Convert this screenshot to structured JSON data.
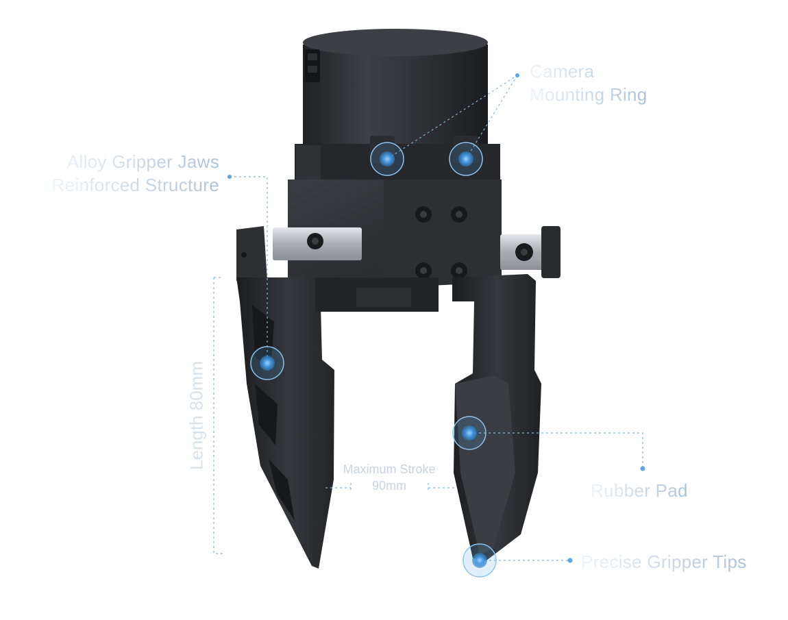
{
  "annotations": {
    "camera_ring": {
      "line1": "Camera",
      "line2": "Mounting Ring"
    },
    "jaws": {
      "line1": "Alloy Gripper Jaws",
      "line2": "Reinforced Structure"
    },
    "length": "Length 80mm",
    "stroke": {
      "line1": "Maximum Stroke",
      "line2": "90mm"
    },
    "rubber_pad": "Rubber Pad",
    "tips": "Precise Gripper Tips"
  },
  "colors": {
    "annotation_blue": "#5aa6e6",
    "leader_line": "#7fb6de",
    "body_dark": "#2b2d30",
    "body_mid": "#3a3d41",
    "metal": "#b9bec4"
  },
  "icons": [
    "hotspot-marker"
  ]
}
